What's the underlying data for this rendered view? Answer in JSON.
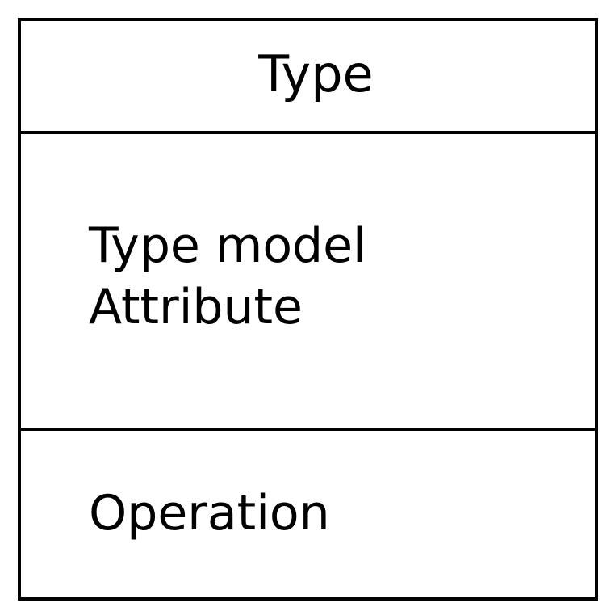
{
  "diagram": {
    "class_name": "Type",
    "attributes": [
      "Type model",
      "Attribute"
    ],
    "operations": [
      "Operation"
    ]
  },
  "colors": {
    "stroke": "#000000",
    "background": "#ffffff",
    "text": "#000000"
  }
}
